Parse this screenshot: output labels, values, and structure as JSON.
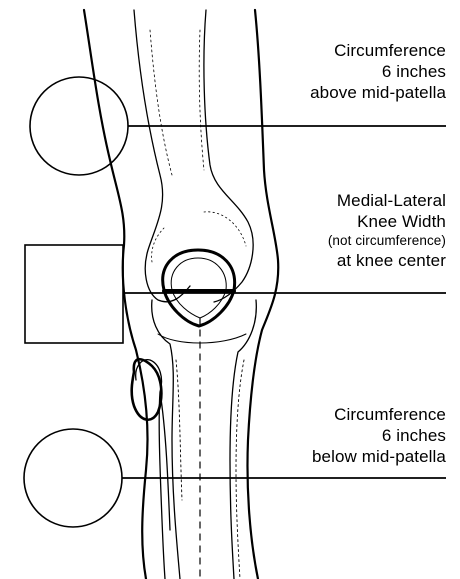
{
  "annotations": {
    "above": {
      "lines": [
        "Circumference",
        "6 inches",
        "above mid-patella"
      ]
    },
    "width": {
      "lines": [
        "Medial-Lateral",
        "Knee Width",
        "(not circumference)",
        "at knee center"
      ]
    },
    "below": {
      "lines": [
        "Circumference",
        "6 inches",
        "below mid-patella"
      ]
    }
  },
  "symbols": {
    "above_marker": "circle",
    "width_marker": "square",
    "below_marker": "circle"
  },
  "colors": {
    "ink": "#000000",
    "background": "#ffffff"
  }
}
